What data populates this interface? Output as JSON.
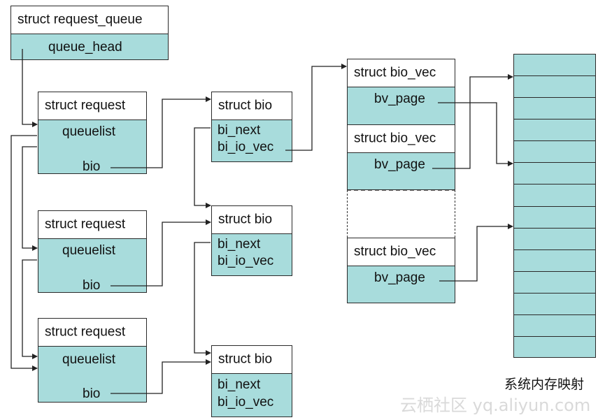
{
  "request_queue": {
    "title": "struct request_queue",
    "field": "queue_head"
  },
  "requests": [
    {
      "title": "struct request",
      "queuelist": "queuelist",
      "bio": "bio"
    },
    {
      "title": "struct request",
      "queuelist": "queuelist",
      "bio": "bio"
    },
    {
      "title": "struct request",
      "queuelist": "queuelist",
      "bio": "bio"
    }
  ],
  "bios": [
    {
      "title": "struct bio",
      "next": "bi_next",
      "vec": "bi_io_vec"
    },
    {
      "title": "struct bio",
      "next": "bi_next",
      "vec": "bi_io_vec"
    },
    {
      "title": "struct bio",
      "next": "bi_next",
      "vec": "bi_io_vec"
    }
  ],
  "bio_vecs": [
    {
      "title": "struct bio_vec",
      "page": "bv_page"
    },
    {
      "title": "struct bio_vec",
      "page": "bv_page"
    },
    {
      "title": "struct bio_vec",
      "page": "bv_page"
    }
  ],
  "memory_map": {
    "caption": "系统内存映射",
    "cells": 14
  },
  "watermark": "云栖社区 yq.aliyun.com",
  "colors": {
    "fill": "#a8dcdc",
    "line": "#2a2a2a"
  }
}
